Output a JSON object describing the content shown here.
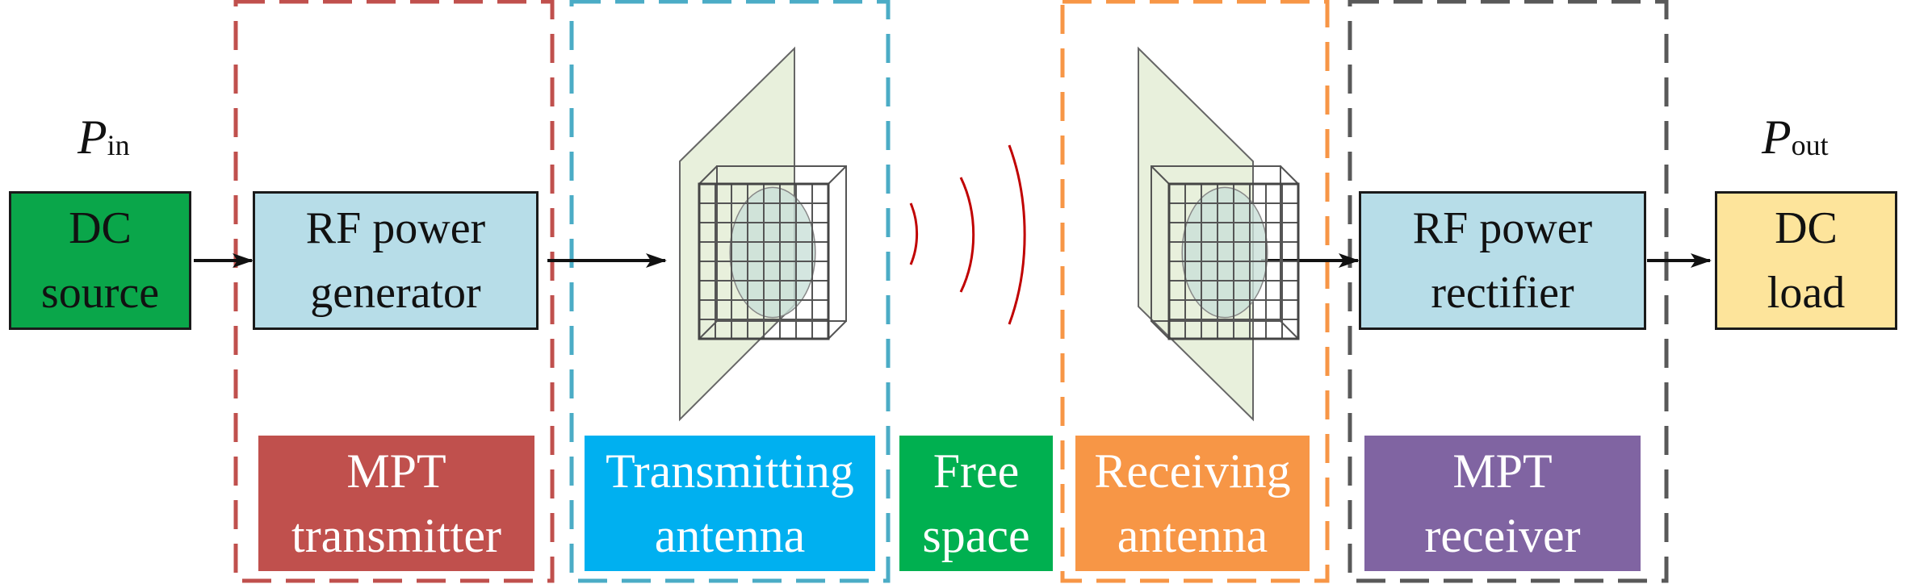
{
  "power_in": {
    "symbol": "P",
    "subscript": "in"
  },
  "power_out": {
    "symbol": "P",
    "subscript": "out"
  },
  "blocks": {
    "dc_source": {
      "line1": "DC",
      "line2": "source",
      "color": "#0aa64a"
    },
    "rf_generator": {
      "line1": "RF power",
      "line2": "generator",
      "color": "#b7dde8"
    },
    "rf_rectifier": {
      "line1": "RF power",
      "line2": "rectifier",
      "color": "#b7dde8"
    },
    "dc_load": {
      "line1": "DC",
      "line2": "load",
      "color": "#fde49b"
    }
  },
  "stages": {
    "mpt_transmitter": {
      "line1": "MPT",
      "line2": "transmitter",
      "color": "#c0504d"
    },
    "transmitting_antenna": {
      "line1": "Transmitting",
      "line2": "antenna",
      "color": "#00b0f0"
    },
    "free_space": {
      "line1": "Free",
      "line2": "space",
      "color": "#00b050"
    },
    "receiving_antenna": {
      "line1": "Receiving",
      "line2": "antenna",
      "color": "#f79646"
    },
    "mpt_receiver": {
      "line1": "MPT",
      "line2": "receiver",
      "color": "#8064a2"
    }
  },
  "dashed_group_colors": {
    "transmitter": "#c0504d",
    "transmitting_antenna": "#4bacc6",
    "receiving_antenna": "#f79646",
    "receiver": "#595959"
  },
  "wave_color": "#c00000",
  "antenna_panel_color": "#e8f0dc"
}
